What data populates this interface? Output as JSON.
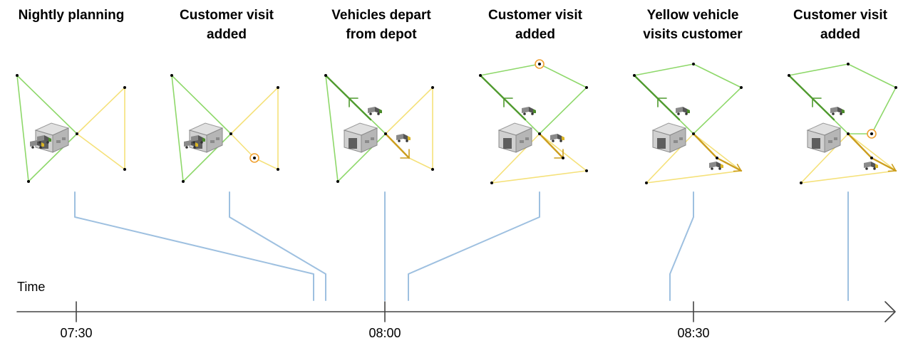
{
  "panels": [
    {
      "title": "Nightly planning"
    },
    {
      "title": "Customer visit\nadded"
    },
    {
      "title": "Vehicles depart\nfrom depot"
    },
    {
      "title": "Customer visit\nadded"
    },
    {
      "title": "Yellow vehicle\nvisits customer"
    },
    {
      "title": "Customer visit\nadded"
    }
  ],
  "timeline": {
    "caption": "Time",
    "ticks": [
      "07:30",
      "08:00",
      "08:30"
    ]
  },
  "colors": {
    "green_route": "#8ed86a",
    "green_traveled": "#4f9a2e",
    "yellow_route": "#f5e17a",
    "yellow_traveled": "#cc9e1e",
    "new_visit_marker": "#f0a030",
    "connector": "#9ec0e0",
    "axis": "#444444"
  }
}
